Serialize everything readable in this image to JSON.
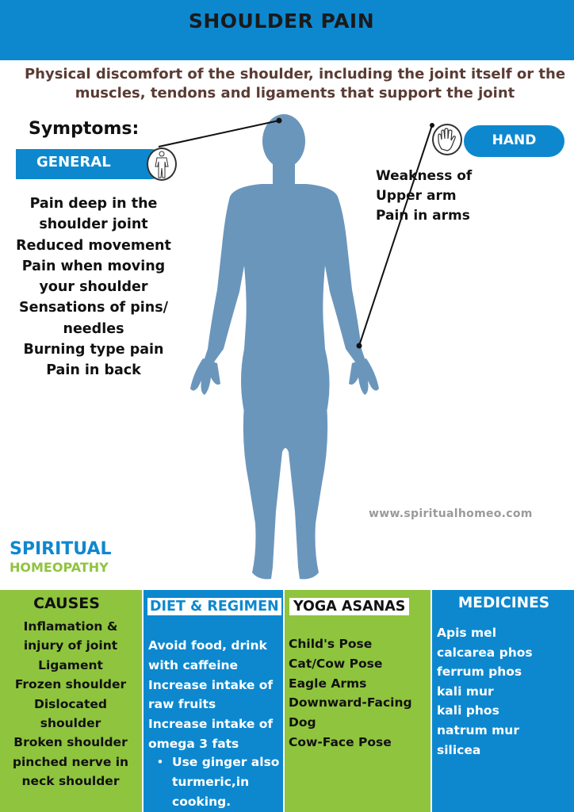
{
  "header": {
    "title": "SHOULDER PAIN"
  },
  "subtitle": {
    "line1": "Physical discomfort of the shoulder, including the joint itself or the",
    "line2": "muscles, tendons and ligaments that support the joint"
  },
  "symptoms": {
    "heading": "Symptoms:",
    "general_label": "GENERAL",
    "hand_label": "HAND",
    "general_items": [
      "Pain deep in the",
      "shoulder joint",
      "Reduced movement",
      "Pain when moving",
      "your shoulder",
      "Sensations of pins/",
      "needles",
      "Burning type pain",
      "Pain in back"
    ],
    "hand_items": [
      "Weakness of",
      "Upper arm",
      "Pain in arms"
    ]
  },
  "icons": {
    "general": "body-outline-icon",
    "hand": "hand-icon"
  },
  "website": "www.spiritualhomeo.com",
  "brand": {
    "line1": "SPIRITUAL",
    "line2": "HOMEOPATHY"
  },
  "colors": {
    "primary_blue": "#0d88cf",
    "accent_green": "#8fc43e",
    "figure": "#6b96bc",
    "subtitle_brown": "#5a3c34"
  },
  "sections": {
    "causes": {
      "title": "CAUSES",
      "items": [
        "Inflamation &",
        "injury of joint",
        "Ligament",
        "Frozen shoulder",
        "Dislocated",
        "shoulder",
        "Broken shoulder",
        "pinched nerve in",
        "neck shoulder"
      ]
    },
    "diet": {
      "title": "DIET & REGIMEN",
      "items": [
        "Avoid food, drink",
        "with caffeine",
        "Increase intake of",
        "raw fruits",
        "Increase intake of",
        "omega 3 fats"
      ],
      "bullet": "•",
      "bullet_lines": [
        "Use ginger also",
        "turmeric,in",
        "cooking."
      ]
    },
    "yoga": {
      "title": "YOGA ASANAS",
      "items": [
        "Child's Pose",
        "Cat/Cow Pose",
        "Eagle Arms",
        "Downward-Facing",
        "Dog",
        "Cow-Face Pose"
      ]
    },
    "medicines": {
      "title": "MEDICINES",
      "items": [
        "Apis mel",
        "calcarea phos",
        "ferrum phos",
        "kali mur",
        "kali phos",
        "natrum mur",
        "silicea"
      ]
    }
  }
}
